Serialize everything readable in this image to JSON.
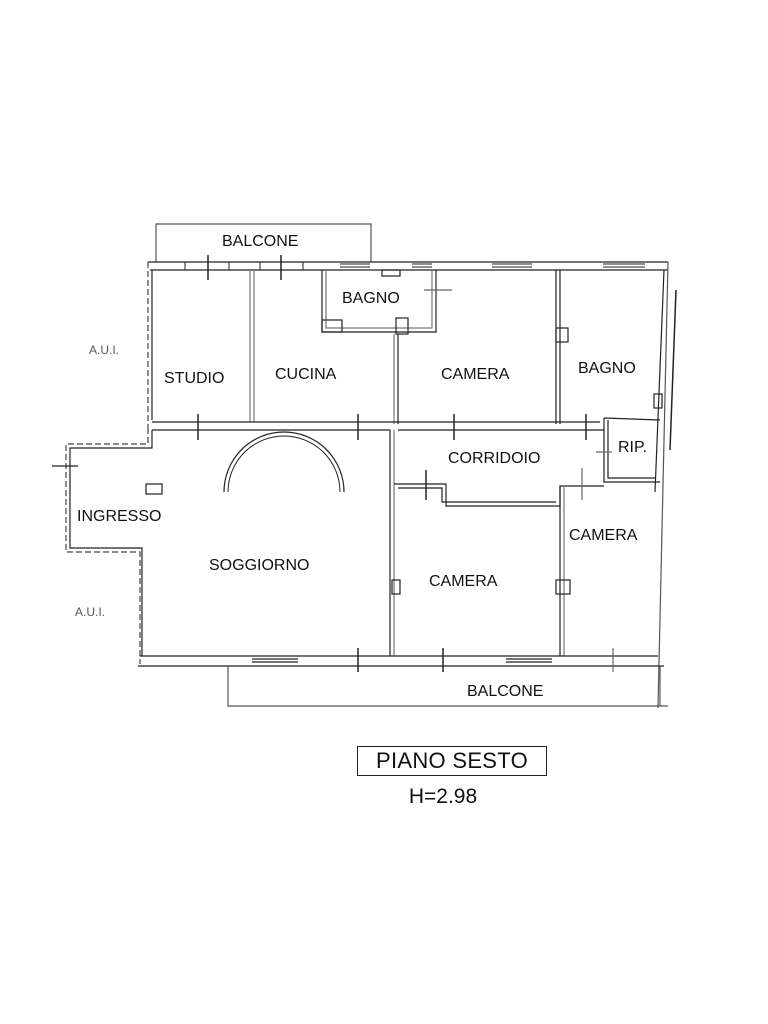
{
  "plan": {
    "title": "PIANO SESTO",
    "height_label": "H=2.98",
    "rooms": [
      {
        "id": "balcone-top",
        "label": "BALCONE"
      },
      {
        "id": "bagno-1",
        "label": "BAGNO"
      },
      {
        "id": "studio",
        "label": "STUDIO"
      },
      {
        "id": "cucina",
        "label": "CUCINA"
      },
      {
        "id": "camera-1",
        "label": "CAMERA"
      },
      {
        "id": "bagno-2",
        "label": "BAGNO"
      },
      {
        "id": "ripostiglio",
        "label": "RIP."
      },
      {
        "id": "corridoio",
        "label": "CORRIDOIO"
      },
      {
        "id": "ingresso",
        "label": "INGRESSO"
      },
      {
        "id": "soggiorno",
        "label": "SOGGIORNO"
      },
      {
        "id": "camera-2",
        "label": "CAMERA"
      },
      {
        "id": "camera-3",
        "label": "CAMERA"
      },
      {
        "id": "balcone-bottom",
        "label": "BALCONE"
      }
    ],
    "annotations": [
      {
        "id": "aui-top",
        "label": "A.U.I."
      },
      {
        "id": "aui-bottom",
        "label": "A.U.I."
      }
    ],
    "colors": {
      "wall": "#222222",
      "wall_light": "#888888",
      "background": "#ffffff"
    }
  }
}
